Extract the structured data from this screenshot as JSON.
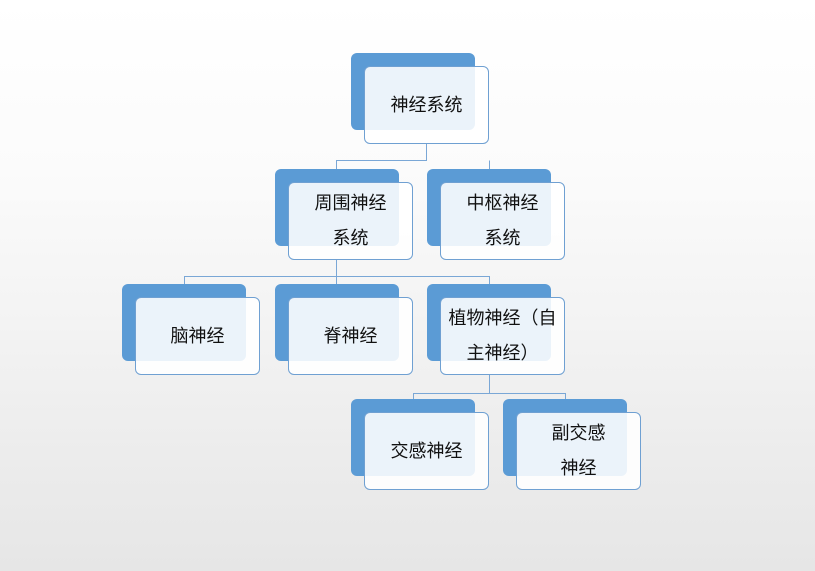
{
  "nodes": {
    "root": "神经系统",
    "peripheral": "周围神经系统",
    "central": "中枢神经系统",
    "cranial": "脑神经",
    "spinal": "脊神经",
    "autonomic": "植物神经（自主神经）",
    "sympathetic": "交感神经",
    "parasympathetic": "副交感神经"
  },
  "colors": {
    "back": "#5b9bd5",
    "border": "#6fa0d2",
    "line": "#7aa7d6"
  }
}
